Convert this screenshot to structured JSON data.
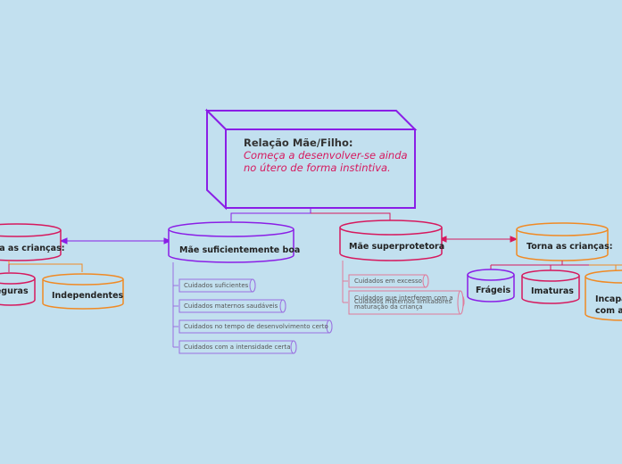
{
  "root": {
    "title": "Relação Mãe/Filho:",
    "subtitle": "Começa a desenvolver-se ainda no útero de forma instintiva."
  },
  "left_branch": {
    "label": "Mãe suficientemente boa",
    "items": [
      "Cuidados suficientes",
      "Cuidados maternos saudáveis",
      "Cuidados no tempo de desenvolvimento certo",
      "Cuidados com a intensidade certa"
    ]
  },
  "left_result": {
    "label": "Torna as crianças:",
    "children": [
      "Seguras",
      "Independentes"
    ]
  },
  "right_branch": {
    "label": "Mãe superprotetora",
    "items": [
      "Cuidados em excesso",
      "Cuidados maternos limitadores",
      "Cuidados que interferem com a maturação da criança"
    ]
  },
  "right_result": {
    "label": "Torna as crianças:",
    "children": [
      "Frágeis",
      "Imaturas",
      "Incapazes com a"
    ]
  },
  "colors": {
    "background": "#c2e0ef",
    "purple": "#8a1ee6",
    "magenta": "#d6195e",
    "orange": "#f08a24",
    "light_purple": "#9a70e0",
    "pink_line": "#e07a9a"
  }
}
